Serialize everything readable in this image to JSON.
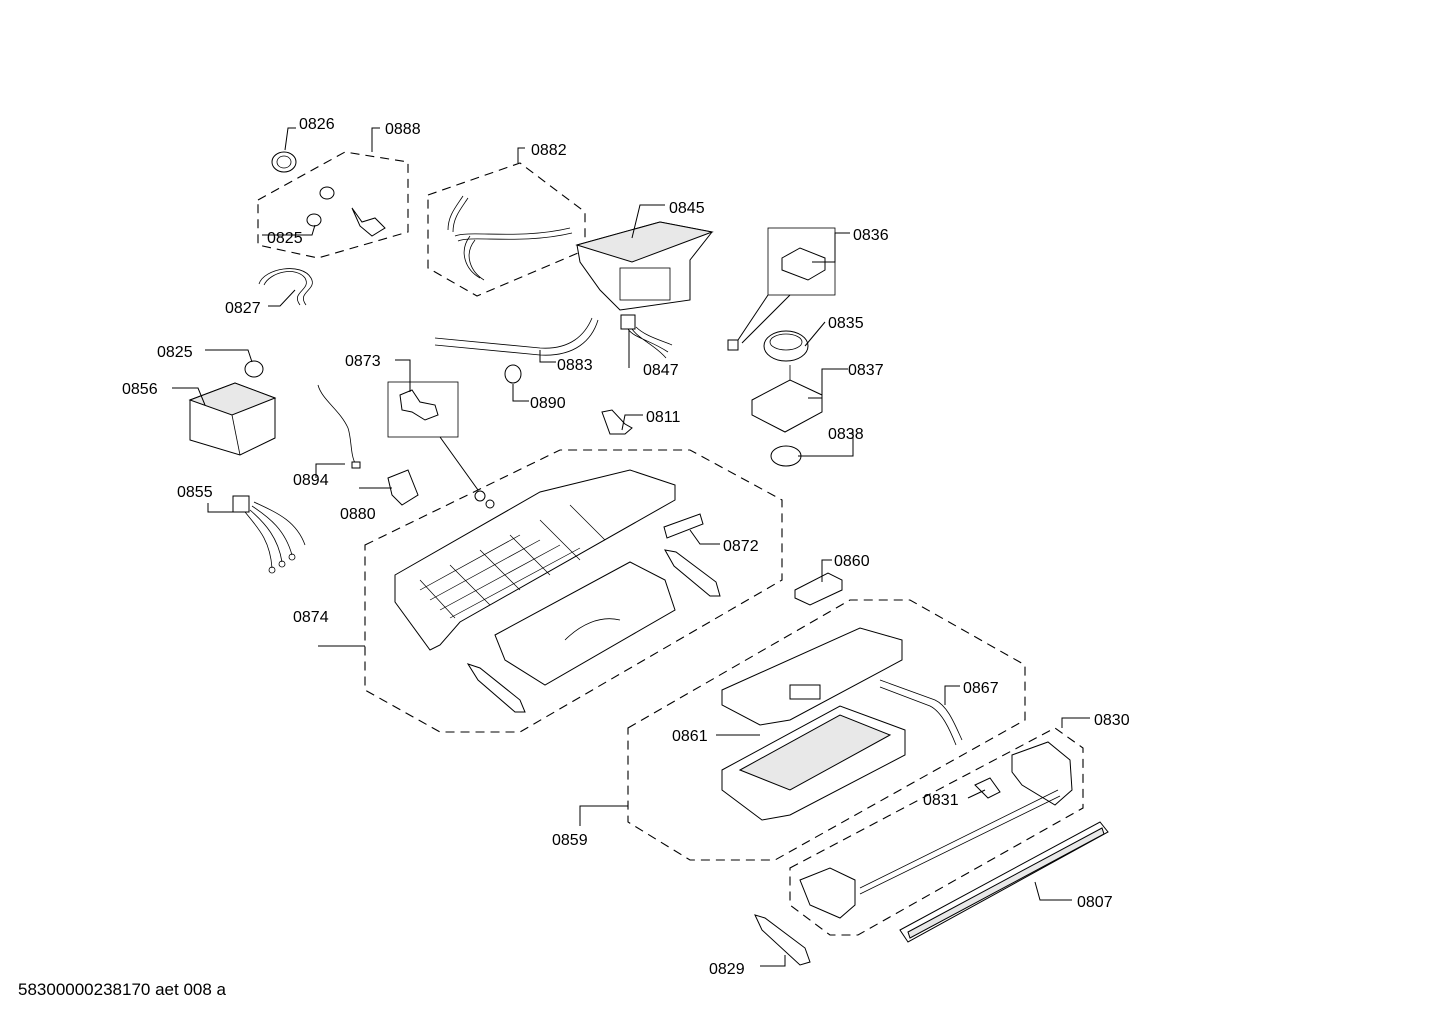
{
  "diagram": {
    "part_labels": [
      "0826",
      "0888",
      "0882",
      "0845",
      "0825",
      "0836",
      "0827",
      "0835",
      "0825",
      "0873",
      "0883",
      "0847",
      "0856",
      "0837",
      "0890",
      "0811",
      "0838",
      "0894",
      "0855",
      "0880",
      "0872",
      "0860",
      "0874",
      "0867",
      "0830",
      "0861",
      "0831",
      "0859",
      "0807",
      "0829"
    ]
  },
  "footer": {
    "code": "58300000238170 aet 008 a"
  }
}
